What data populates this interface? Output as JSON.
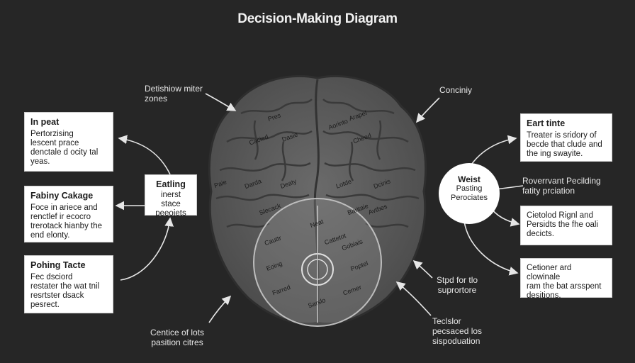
{
  "title": "Decision-Making Diagram",
  "labels": {
    "top_left": "Detishiow miter\nzones",
    "top_right": "Conciniy",
    "bottom_left": "Centice of lots\npasition citres",
    "bottom_right_upper": "Stpd for tlo\nsuprortore",
    "bottom_right_lower": "Teclslor\npecsaced los\nsispoduation",
    "mid_right": "Roverrvant Pecilding\nfatity prciation"
  },
  "left_boxes": [
    {
      "title": "In peat",
      "body": "Pertorzising\nlescent prace\ndenctale d ocity tal\nyeas."
    },
    {
      "title": "Fabiny Cakage",
      "body": "Foce in ariece and\nrenctlef ir ecocro\ntrerotack hianby the\nend elonty."
    },
    {
      "title": "Pohing Tacte",
      "body": "Fec dsciord\nrestater the wat tnil\nresrtster dsack\npesrect."
    }
  ],
  "middle_box": {
    "title": "Eatling",
    "body": "inerst stace\npeeojets"
  },
  "center_node": {
    "title": "Weist",
    "line1": "Pasting",
    "line2": "Perociates"
  },
  "right_boxes": [
    {
      "title": "Eart tinte",
      "body": "Treater is sridory of\nbecde that clude and\nthe ing swayite."
    },
    {
      "title": "",
      "body": "Cietolod Rignl and\nPersidts the fhe oali\ndecicts."
    },
    {
      "title": "",
      "body": "Cetioner ard clowinale\nram the bat arsspent\ndesitions."
    }
  ],
  "brain_labels": [
    "Pres",
    "Cacied",
    "Dasie",
    "Paie",
    "Darda",
    "Deaty",
    "Arapel",
    "Cheed",
    "Aorinto",
    "Lotde",
    "Dcinis",
    "Slecack",
    "Baritaie",
    "Avtbes",
    "Neat",
    "Cauttr",
    "Gobiais",
    "Cattetot",
    "Eoing",
    "Poptel",
    "Farred",
    "Cemer",
    "Sarslo"
  ],
  "colors": {
    "background": "#262626",
    "brain": "#5e5e5e",
    "brain_dark": "#444444",
    "box": "#ffffff"
  }
}
